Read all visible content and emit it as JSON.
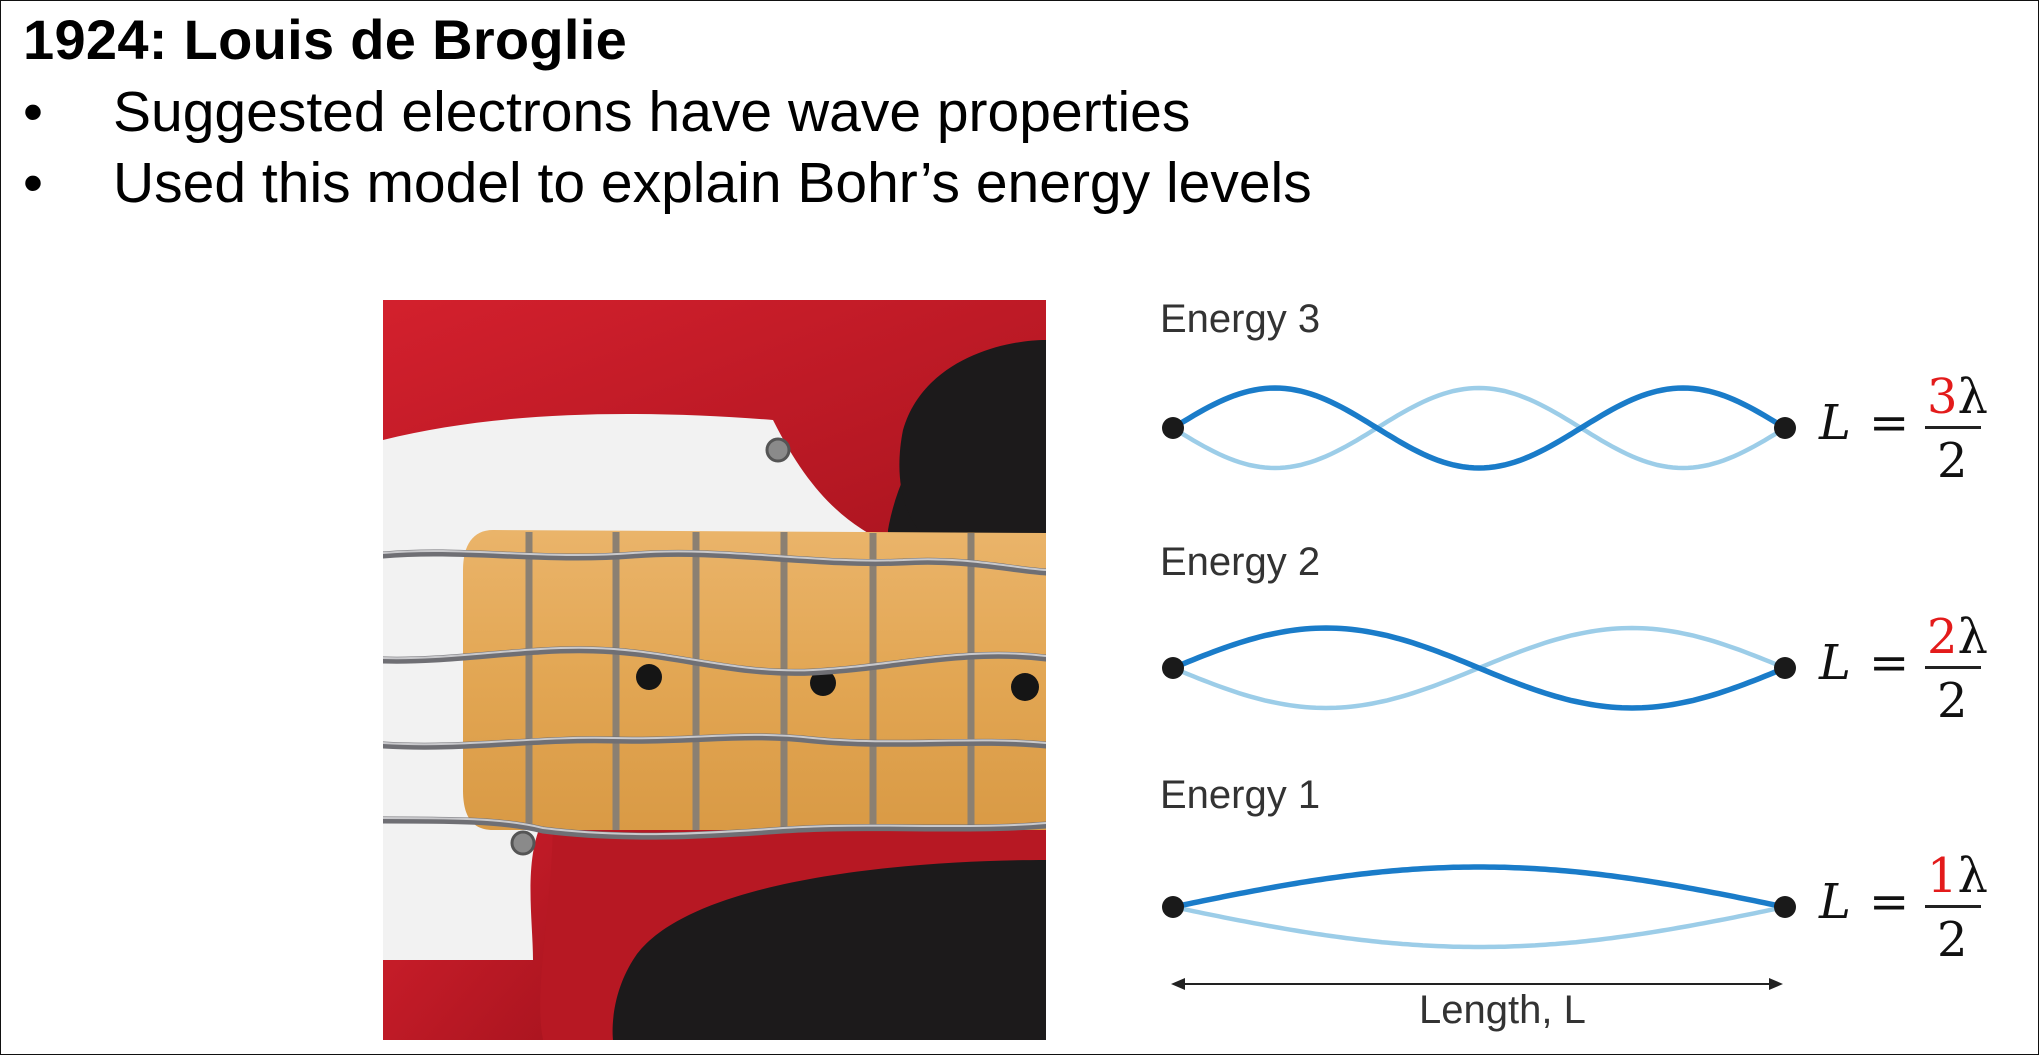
{
  "slide": {
    "title": "1924:  Louis de Broglie",
    "bullets": [
      {
        "marker": "•",
        "text": "Suggested electrons have wave properties"
      },
      {
        "marker": "•",
        "text": "Used this model to explain Bohr’s energy levels"
      }
    ]
  },
  "photo": {
    "subject": "bass guitar neck with vibrating strings",
    "colors": {
      "body": "#c21a26",
      "pickguard": "#f2f2f2",
      "fretboard": "#e4ac5c",
      "background": "#1c1a1b"
    }
  },
  "diagram": {
    "colors": {
      "wave_dark": "#1a7cc9",
      "wave_light": "#9ccde8",
      "node": "#1a1a1a",
      "highlight": "#e31b1b"
    },
    "levels": [
      {
        "label": "Energy 3",
        "n": 3,
        "eq_lhs": "L",
        "eq_sign": "=",
        "numerator_n": "3",
        "numerator_symbol": "λ",
        "denominator": "2"
      },
      {
        "label": "Energy 2",
        "n": 2,
        "eq_lhs": "L",
        "eq_sign": "=",
        "numerator_n": "2",
        "numerator_symbol": "λ",
        "denominator": "2"
      },
      {
        "label": "Energy 1",
        "n": 1,
        "eq_lhs": "L",
        "eq_sign": "=",
        "numerator_n": "1",
        "numerator_symbol": "λ",
        "denominator": "2"
      }
    ],
    "length_label": "Length, L"
  }
}
